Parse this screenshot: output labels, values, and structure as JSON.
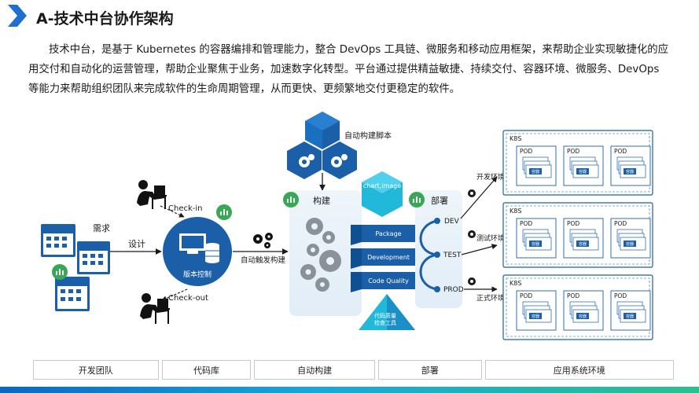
{
  "title": "A-技术中台协作架构",
  "intro": "技术中台，是基于 Kubernetes 的容器编排和管理能力，整合 DevOps 工具链、微服务和移动应用框架，来帮助企业实现敏捷化的应用交付和自动化的运营管理，帮助企业聚焦于业务，加速数字化转型。平台通过提供精益敏捷、持续交付、容器环境、微服务、DevOps等能力来帮助组织团队来完成软件的生命周期管理，从而更快、更频繁地交付更稳定的软件。",
  "diagram": {
    "requirement": "需求",
    "design": "设计",
    "check_in": "Check-in",
    "check_out": "Check-out",
    "version_control": "版本控制",
    "auto_trigger": "自动触发构建",
    "auto_script": "自动构建脚本",
    "chart_image": "chart,image",
    "build": "构建",
    "deploy": "部署",
    "stages": [
      "Package",
      "Development",
      "Code Quality"
    ],
    "code_quality_tool": [
      "代码质量",
      "检查工具"
    ],
    "env_nodes": [
      "DEV",
      "TEST",
      "PROD"
    ],
    "env_labels": [
      "开发环境",
      "测试环境",
      "正式环境"
    ],
    "k8s": "K8S",
    "pod": "POD",
    "container": "容器"
  },
  "footer": [
    "开发团队",
    "代码库",
    "自动构建",
    "部署",
    "应用系统环境"
  ],
  "colors": {
    "blue": "#1b5fa8",
    "cyan": "#22b8d9",
    "green": "#3aa757"
  }
}
